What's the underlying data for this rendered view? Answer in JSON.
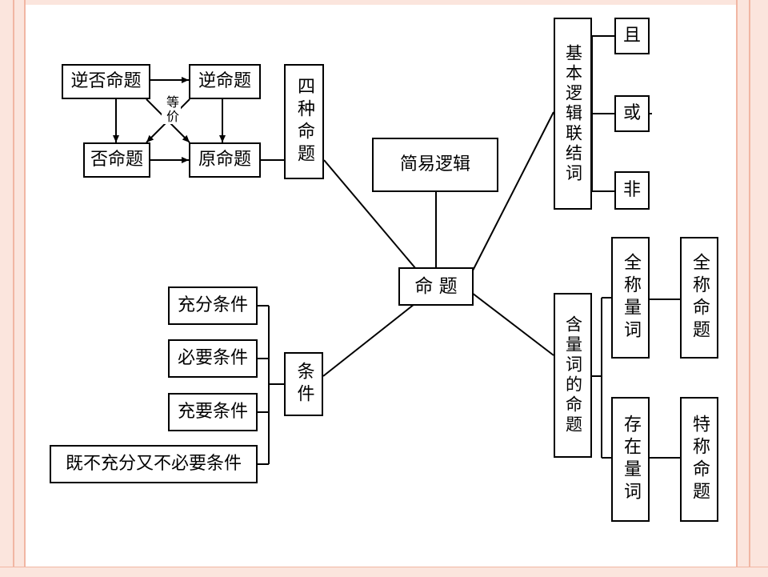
{
  "center": {
    "main": "命 题",
    "top": "简易逻辑"
  },
  "four_propositions": {
    "title": "四种命题",
    "inverse_negation": "逆否命题",
    "inverse": "逆命题",
    "negation": "否命题",
    "original": "原命题",
    "equivalence_note": "等价"
  },
  "logical_connectives": {
    "title": "基本逻辑联结词",
    "items": [
      "且",
      "或",
      "非"
    ]
  },
  "quantified": {
    "title": "含量词的命题",
    "universal_quantifier": "全称量词",
    "universal_proposition": "全称命题",
    "existential_quantifier": "存在量词",
    "existential_proposition": "特称命题"
  },
  "conditions": {
    "title": "条件",
    "items": [
      "充分条件",
      "必要条件",
      "充要条件",
      "既不充分又不必要条件"
    ]
  },
  "colors": {
    "frame_fill": "#fbe5dd",
    "frame_line": "#f1b6a3",
    "ink": "#000000"
  }
}
